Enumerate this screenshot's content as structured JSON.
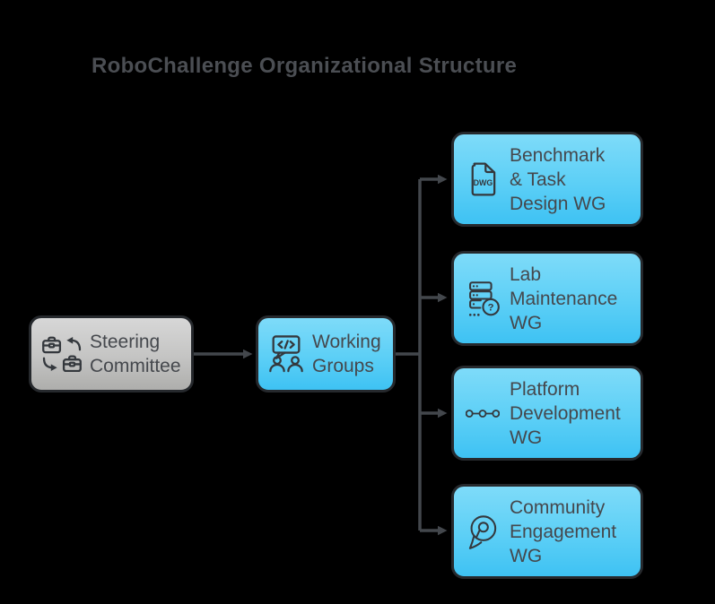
{
  "title": "RoboChallenge Organizational Structure",
  "nodes": {
    "steering": {
      "label": "Steering Committee",
      "lines": [
        "Steering",
        "Committee"
      ]
    },
    "working": {
      "label": "Working Groups",
      "lines": [
        "Working",
        "Groups"
      ]
    },
    "benchmark": {
      "label": "Benchmark & Task Design WG",
      "lines": [
        "Benchmark",
        "& Task",
        "Design WG"
      ]
    },
    "lab": {
      "label": "Lab Maintenance WG",
      "lines": [
        "Lab",
        "Maintenance",
        "WG"
      ]
    },
    "platform": {
      "label": "Platform Development WG",
      "lines": [
        "Platform",
        "Development",
        "WG"
      ]
    },
    "community": {
      "label": "Community Engagement WG",
      "lines": [
        "Community",
        "Engagement",
        "WG"
      ]
    }
  },
  "icons": {
    "steering": "briefcase-exchange-icon",
    "working": "team-code-chat-icon",
    "benchmark": "dwg-file-icon",
    "lab": "server-question-icon",
    "platform": "linked-nodes-icon",
    "community": "pin-icon",
    "dwg_label": "DWG",
    "question_mark": "?"
  },
  "colors": {
    "background": "#000000",
    "title_text": "#4b4e53",
    "node_text": "#45484d",
    "node_border": "#26292d",
    "edge": "#43474c",
    "cyan_gradient_top": "#7edbf9",
    "cyan_gradient_bottom": "#3ec2f3",
    "gray_gradient_top": "#d7d7d7",
    "gray_gradient_bottom": "#aeaeac",
    "icon_stroke": "#34383d"
  }
}
